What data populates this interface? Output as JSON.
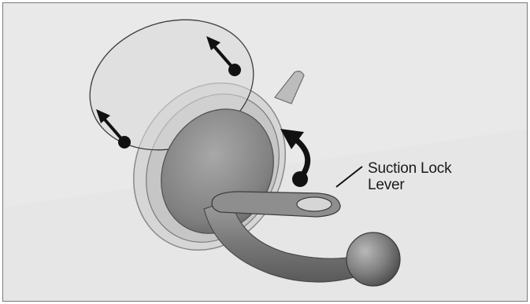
{
  "callout": {
    "line1": "Suction Lock",
    "line2": "Lever"
  },
  "colors": {
    "background": "#e6e6e6",
    "frame_border": "#7a7a7a",
    "mount_body": "#8c8c8c",
    "mount_dark": "#5e5e5e",
    "cup_fill": "#d4d4d4",
    "arrow": "#111111"
  },
  "icons": [
    "suction-cup-mount",
    "release-arrow",
    "lock-lever-arrow",
    "ball-joint"
  ]
}
